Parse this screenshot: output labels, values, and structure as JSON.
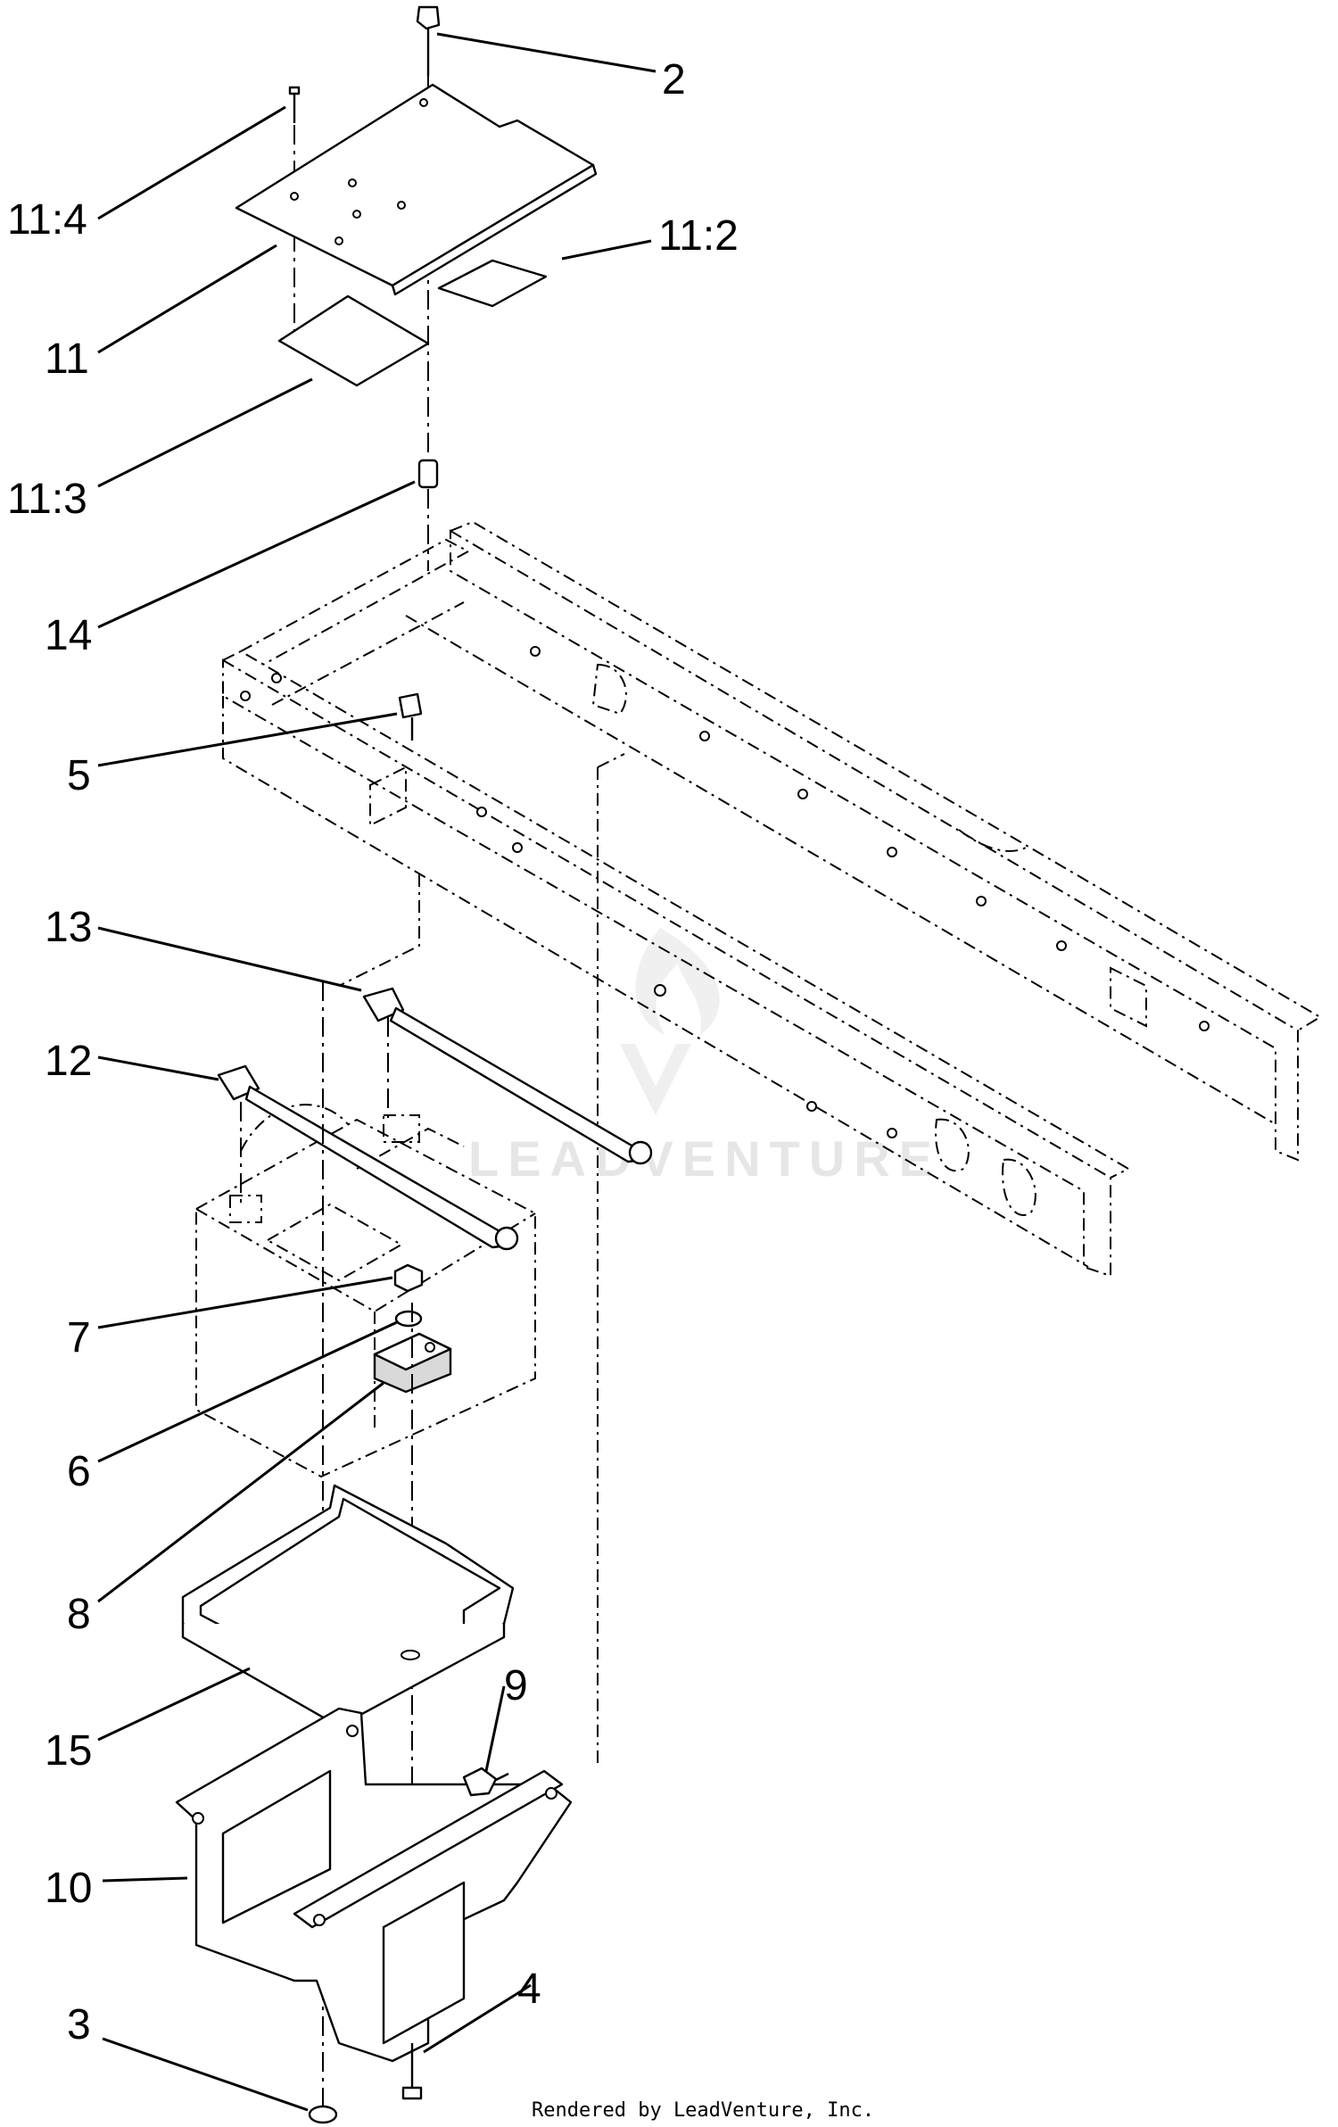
{
  "callouts": {
    "c2": "2",
    "c11_4": "11:4",
    "c11_2": "11:2",
    "c11": "11",
    "c11_3": "11:3",
    "c14": "14",
    "c5": "5",
    "c13": "13",
    "c12": "12",
    "c7": "7",
    "c6": "6",
    "c8": "8",
    "c15": "15",
    "c9": "9",
    "c10": "10",
    "c3": "3",
    "c4": "4"
  },
  "watermark": "LEADVENTURE",
  "footer": "Rendered by LeadVenture, Inc.",
  "icons": {
    "watermark_logo": "leadventure-flame-logo"
  }
}
